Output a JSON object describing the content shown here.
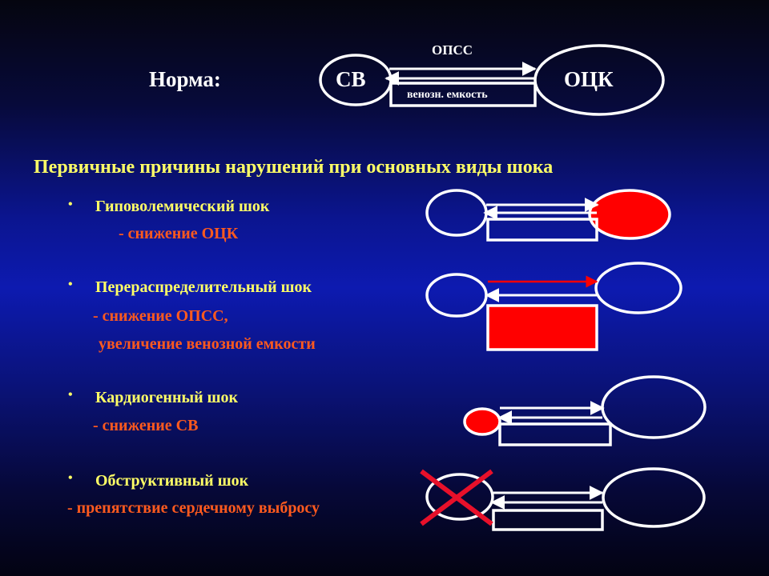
{
  "norm": {
    "label": "Норма:",
    "co": "СВ",
    "bcv": "ОЦК",
    "opss": "ОПСС",
    "venous": "венозн. емкость"
  },
  "heading": "Первичные причины нарушений при основных виды шока",
  "items": [
    {
      "title": "Гиповолемический шок",
      "desc": [
        "- снижение ОЦК"
      ]
    },
    {
      "title": "Перераспределительный шок",
      "desc": [
        "- снижение ОПСС,",
        "увеличение венозной емкости"
      ]
    },
    {
      "title": "Кардиогенный шок",
      "desc": [
        "- снижение СВ"
      ]
    },
    {
      "title": "Обструктивный шок",
      "desc": [
        "- препятствие сердечному выбросу"
      ]
    }
  ],
  "colors": {
    "heading": "#ffff66",
    "title": "#ffff66",
    "desc": "#ff5a1e",
    "abnormal_fill": "#ff0000",
    "cross": "#e8102a",
    "outline": "#ffffff"
  }
}
